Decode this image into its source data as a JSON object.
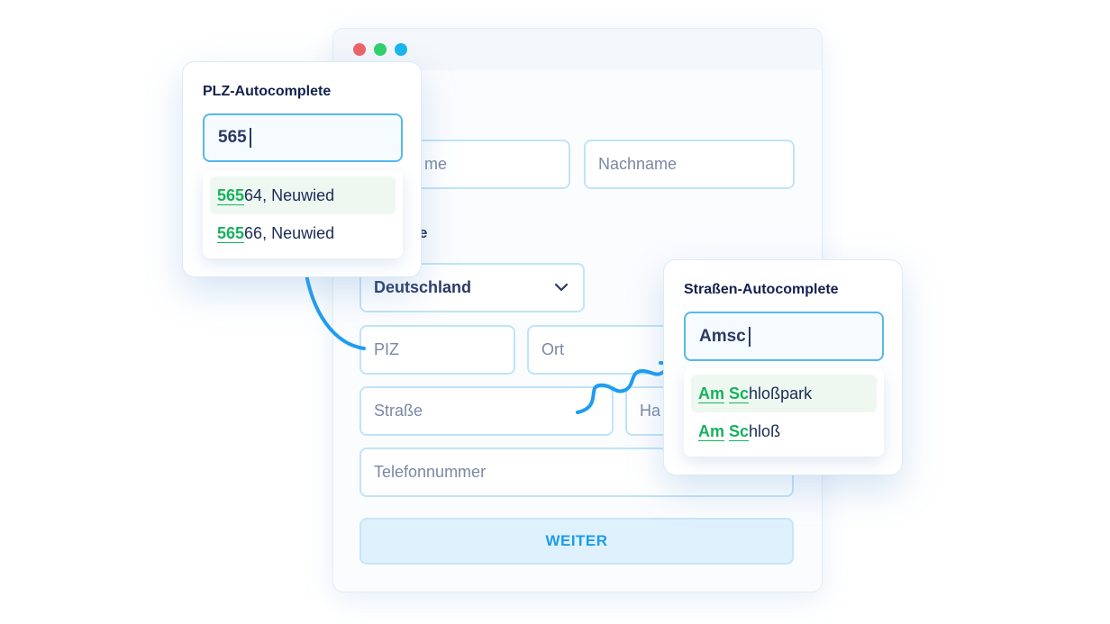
{
  "window": {
    "dot_colors": [
      "#f0616a",
      "#2fd06d",
      "#18b6ec"
    ]
  },
  "form": {
    "vorname_partial": "me",
    "nachname_placeholder": "Nachname",
    "section_partial": "e",
    "country_value": "Deutschland",
    "plz_placeholder": "PIZ",
    "ort_placeholder": "Ort",
    "strasse_placeholder": "Straße",
    "hausnr_partial": "Ha",
    "telefon_placeholder": "Telefonnummer",
    "submit_label": "WEITER"
  },
  "plz_popup": {
    "title": "PLZ-Autocomplete",
    "input_value": "565",
    "suggestions": [
      {
        "match": "565",
        "rest": "64, Neuwied"
      },
      {
        "match": "565",
        "rest": "66, Neuwied"
      }
    ]
  },
  "street_popup": {
    "title": "Straßen-Autocomplete",
    "input_value": "Amsc",
    "suggestions": [
      {
        "match1": "Am",
        "match2": "Sc",
        "rest": "hloßpark"
      },
      {
        "match1": "Am",
        "match2": "Sc",
        "rest": "hloß"
      }
    ]
  },
  "colors": {
    "accent": "#1b9cea",
    "match_green": "#15b25b",
    "text_dark": "#1b2b57"
  }
}
